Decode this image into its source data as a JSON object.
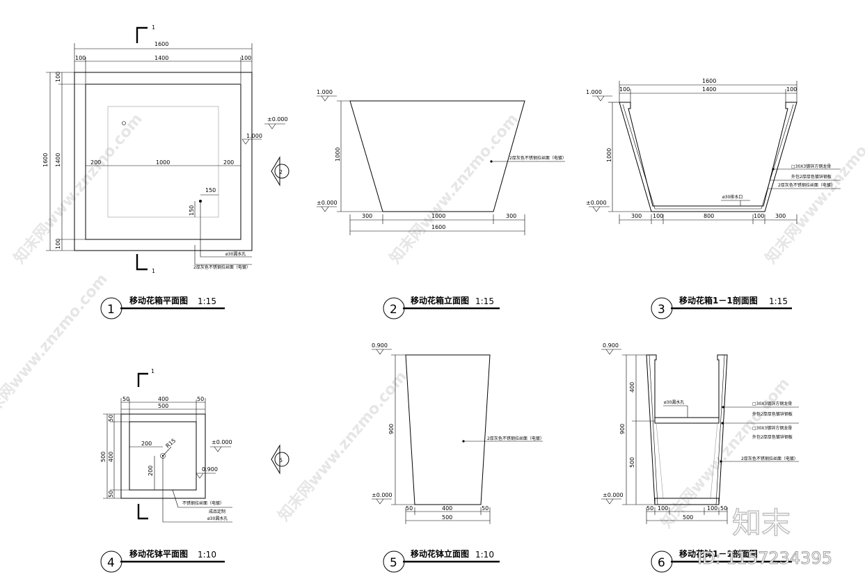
{
  "watermarks": [
    "知末网www.znzmo.com"
  ],
  "brand": {
    "name": "知末",
    "id_text": "ID: 1157234395"
  },
  "drawings": {
    "d1": {
      "number": "1",
      "title": "移动花箱平面图",
      "scale": "1:15",
      "section_mark": "1",
      "dims": {
        "total": "1600",
        "inner": "1400",
        "edge": "100",
        "side": "200",
        "mid": "1000",
        "hole": "150"
      },
      "levels": {
        "ground": "±0.000",
        "top": "1.000"
      },
      "notes": [
        "ø30漏水孔",
        "2厚灰色不锈钢拉丝面（电镀）"
      ]
    },
    "d2": {
      "number": "2",
      "title": "移动花箱立面图",
      "scale": "1:15",
      "dims": {
        "height": "1000",
        "side": "300",
        "mid": "1000",
        "total": "1600"
      },
      "levels": {
        "top": "1.000",
        "ground": "±0.000"
      },
      "notes": [
        "2厚灰色不锈钢拉丝面（电镀）"
      ]
    },
    "d3": {
      "number": "3",
      "title": "移动花箱1－1剖面图",
      "scale": "1:15",
      "dims": {
        "total": "1600",
        "inner": "1400",
        "edge": "100",
        "height": "1000",
        "side": "300",
        "mid": "800"
      },
      "levels": {
        "top": "1.000",
        "ground": "±0.000"
      },
      "notes": [
        "□30X3镀锌方钢龙骨",
        "外包2厚厚色镀锌钢板",
        "2厚灰色不锈钢拉丝面（电镀）",
        "ø30排水口"
      ]
    },
    "d4": {
      "number": "4",
      "title": "移动花钵平面图",
      "scale": "1:10",
      "section_mark": "1",
      "dims": {
        "edge": "50",
        "inner": "400",
        "total": "500",
        "side": "200",
        "radius": "R15"
      },
      "levels": {
        "ground": "±0.000",
        "top": "0.900"
      },
      "notes": [
        "不锈钢拉丝面（电镀）",
        "成品定制",
        "ø30漏水孔"
      ]
    },
    "d5": {
      "number": "5",
      "title": "移动花钵立面图",
      "scale": "1:10",
      "dims": {
        "height": "900",
        "edge": "50",
        "inner": "400",
        "total": "500"
      },
      "levels": {
        "top": "0.900",
        "ground": "±0.000"
      },
      "notes": [
        "2厚灰色不锈钢拉丝面（电镀）"
      ]
    },
    "d6": {
      "number": "6",
      "title": "移动花钵1－1剖面图",
      "dims": {
        "upper": "400",
        "total_h": "900",
        "lower": "500",
        "edge": "50",
        "inset": "100",
        "total": "500"
      },
      "levels": {
        "top": "0.900",
        "ground": "±0.000"
      },
      "notes": [
        "ø30漏水孔",
        "□30X3镀锌方钢龙骨",
        "外包2厚厚色镀锌钢板",
        "□30X3镀锌方钢龙骨",
        "外包2厚厚色镀锌钢板",
        "2厚灰色不锈钢拉丝面（电镀）"
      ]
    },
    "markers": {
      "m1": "2",
      "m2": "5"
    }
  }
}
